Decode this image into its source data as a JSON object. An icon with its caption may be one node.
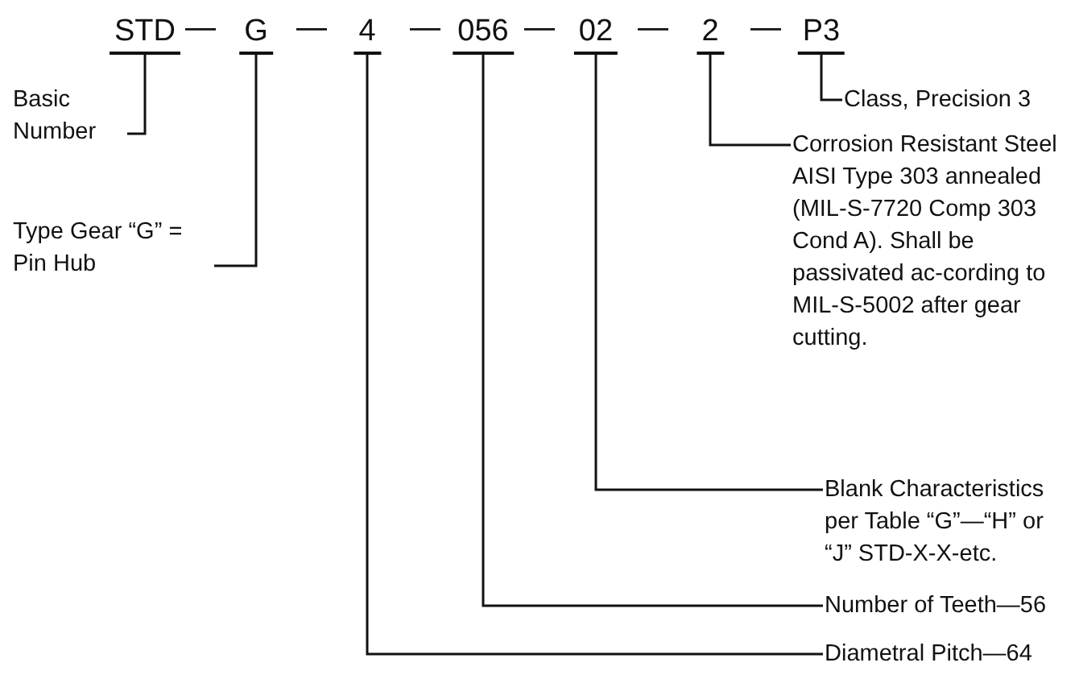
{
  "diagram": {
    "nodes": [
      {
        "text": [
          "STD"
        ]
      },
      {
        "text": [
          "G"
        ]
      },
      {
        "text": [
          "4"
        ]
      },
      {
        "text": [
          "056"
        ]
      },
      {
        "text": [
          "02"
        ]
      },
      {
        "text": [
          "2"
        ]
      },
      {
        "text": [
          "P3"
        ]
      },
      {
        "text": [
          "Basic Number"
        ]
      },
      {
        "text": [
          "Class, Precision 3"
        ]
      },
      {
        "text": [
          "Corrosion Resistant Steel AISI Type 303 annealed (MIL-S-7720 Comp 303 Cond A). Shall be passivated ac-cording to MIL-S-5002 after gear cutting."
        ]
      },
      {
        "text": [
          "Type Gear “G” = Pin Hub"
        ]
      },
      {
        "text": [
          "Blank Characteristics per Table “G”—“H” or “J” STD-X-X-etc."
        ]
      },
      {
        "text": [
          "Number of Teeth—56"
        ]
      },
      {
        "text": [
          "Diametral Pitch—64"
        ]
      }
    ],
    "edges": [
      {
        "from": 0,
        "to": 7,
        "arrow": "none"
      },
      {
        "from": 6,
        "to": 8,
        "arrow": "none"
      },
      {
        "from": 5,
        "to": 9,
        "arrow": "none"
      },
      {
        "from": 1,
        "to": 10,
        "arrow": "none"
      },
      {
        "from": 4,
        "to": 11,
        "arrow": "none"
      },
      {
        "from": 3,
        "to": 12,
        "arrow": "none"
      },
      {
        "from": 2,
        "to": 13,
        "arrow": "none"
      }
    ],
    "labels": [
      "—",
      "—",
      "—",
      "—",
      "—",
      "—"
    ]
  }
}
